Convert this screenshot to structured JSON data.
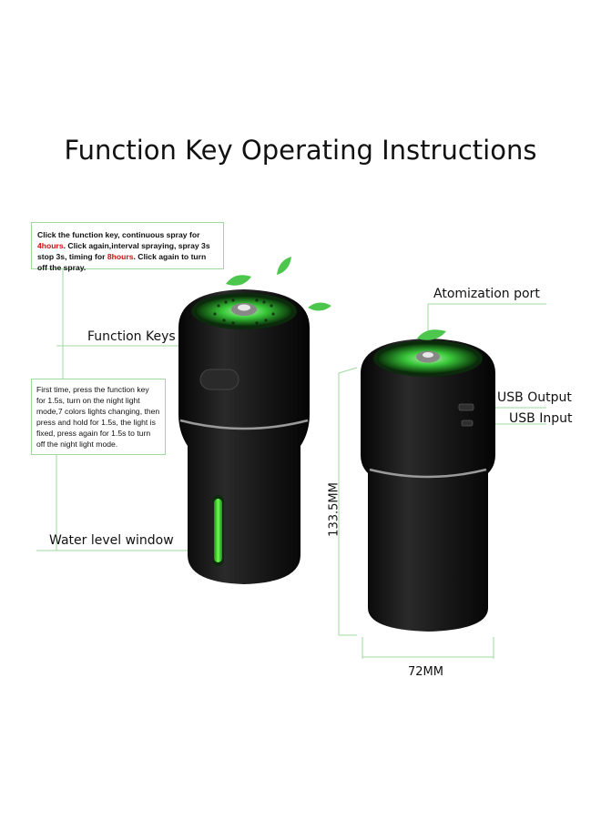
{
  "title": "Function Key Operating Instructions",
  "note_top": {
    "part1": "Click the function key, continuous spray for ",
    "hours1": "4hours",
    "part2": ". Click again,interval spraying, spray 3s stop 3s, timing for ",
    "hours2": "8hours",
    "part3": ". Click again to turn off the spray."
  },
  "note_bottom": "First time, press the function key for 1.5s, turn on the night light mode,7 colors lights changing, then press and hold for 1.5s, the light is fixed, press again for 1.5s to turn off the night light mode.",
  "labels": {
    "function_keys": "Function Keys",
    "water_level_window": "Water level window",
    "atomization_port": "Atomization port",
    "usb_output": "USB Output",
    "usb_input": "USB Input"
  },
  "dimensions": {
    "height": "133.5MM",
    "width": "72MM"
  },
  "colors": {
    "accent_green": "#2fbf2f",
    "line_green": "#9fd99f",
    "highlight_red": "#cc1111",
    "body_black": "#141414"
  }
}
